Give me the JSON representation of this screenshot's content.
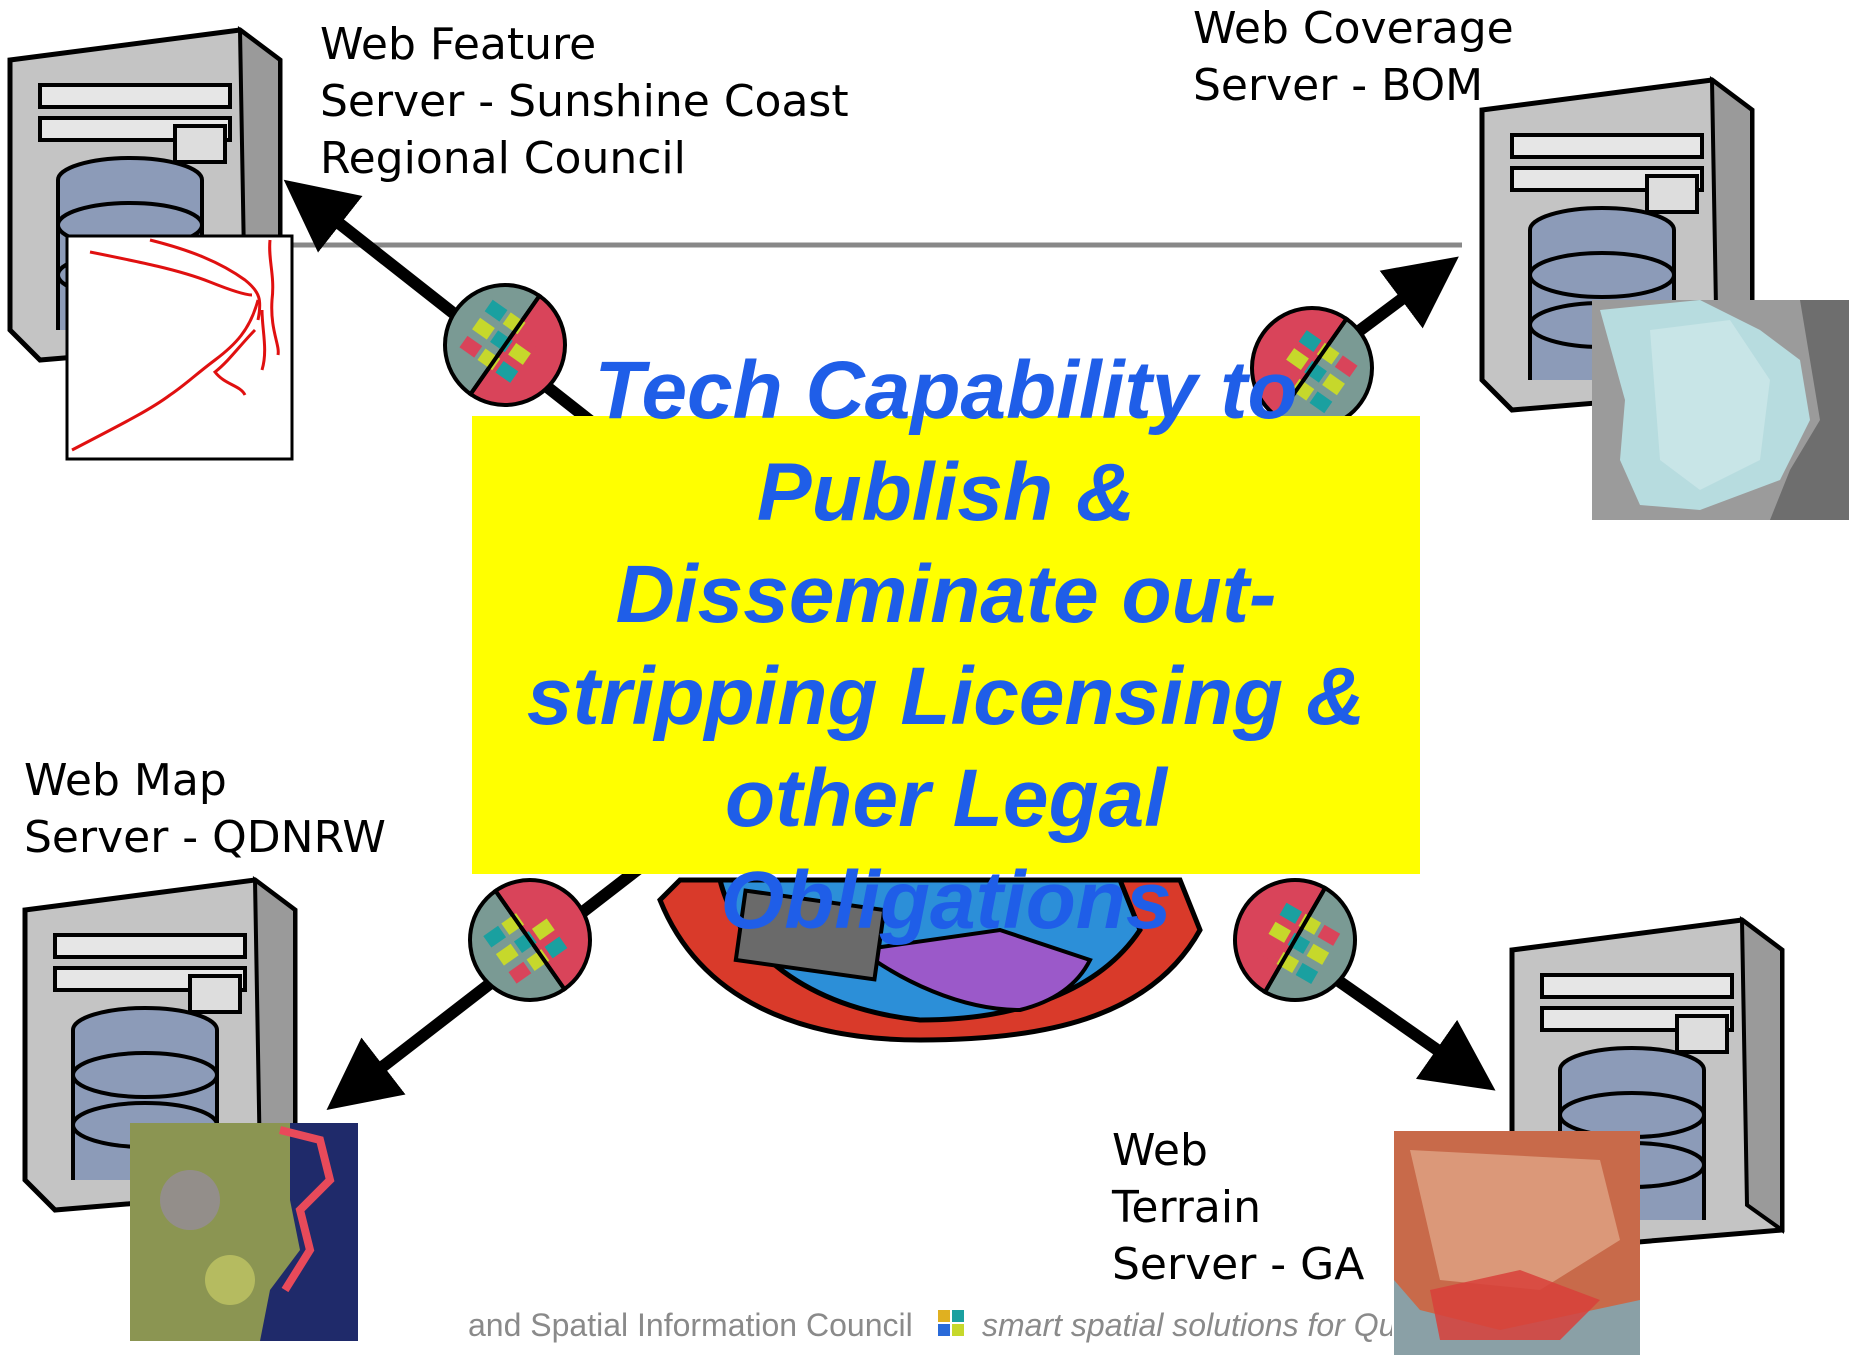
{
  "servers": {
    "wfs": {
      "label": "Web Feature\nServer - Sunshine Coast\nRegional Council"
    },
    "wcs": {
      "label": "Web Coverage\nServer - BOM"
    },
    "wms": {
      "label": "Web Map\nServer - QDNRW"
    },
    "wts": {
      "label": "Web\nTerrain\nServer - GA"
    }
  },
  "headline": "Tech Capability to\nPublish &\nDisseminate out-\nstripping Licensing &\nother Legal\nObligations",
  "footer": {
    "left_text": "and Spatial Information Council",
    "tagline": "smart spatial solutions for Qu"
  },
  "colors": {
    "headline_text": "#1f5ee8",
    "headline_box": "#ffff00",
    "server_body": "#c8c8c8",
    "disk": "#8c9bb8",
    "connector_red": "#d9445a",
    "connector_teal": "#7a9a94"
  }
}
